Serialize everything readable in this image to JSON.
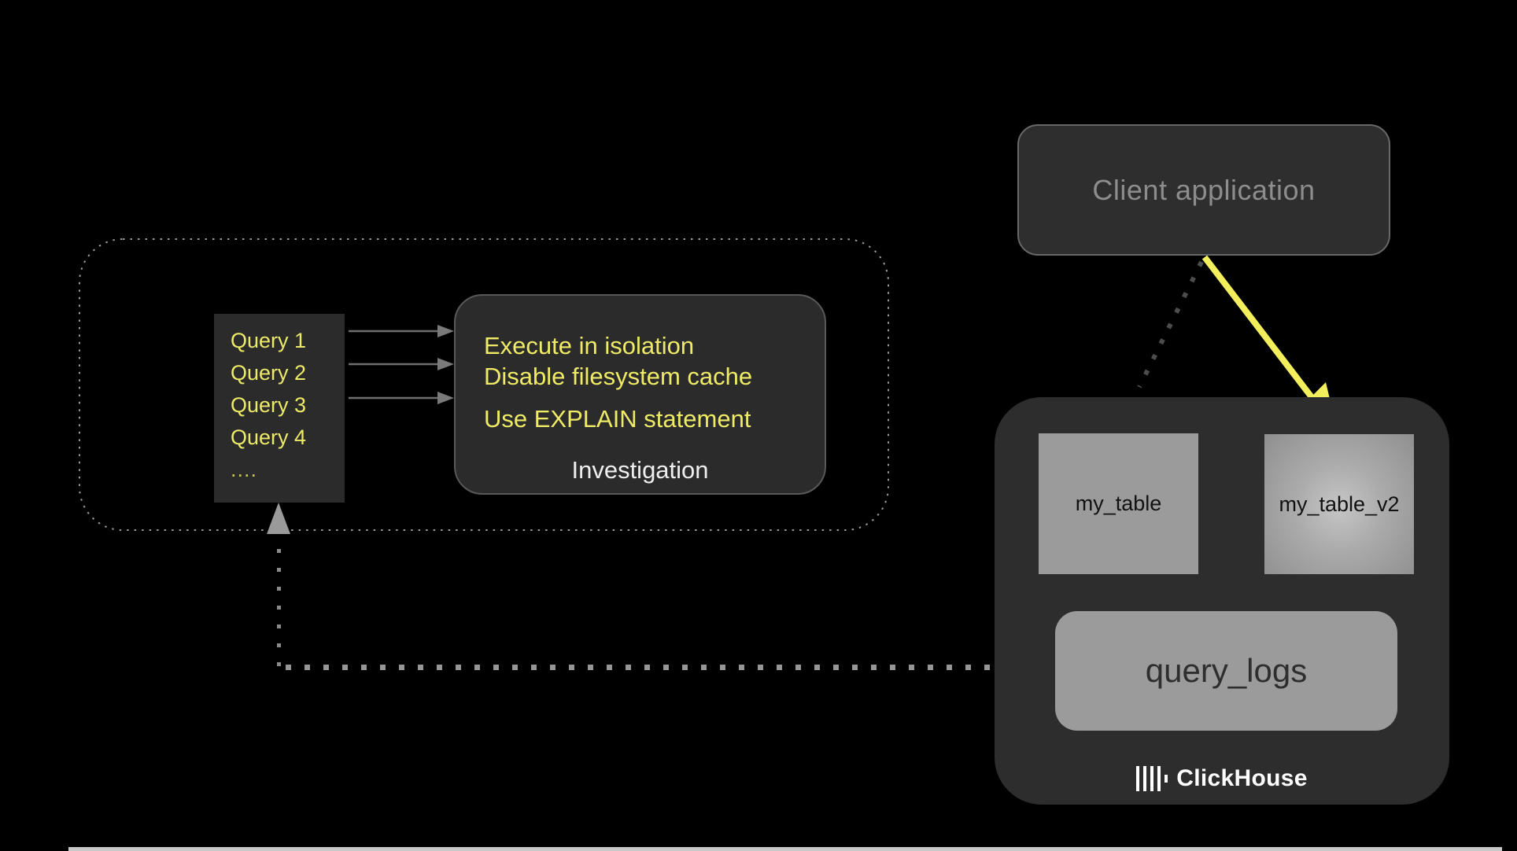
{
  "client": {
    "label": "Client application"
  },
  "pipeline": {
    "queries": [
      "Query 1",
      "Query 2",
      "Query 3",
      "Query 4",
      "...."
    ],
    "tips": [
      "Execute in isolation",
      "Disable filesystem cache",
      "Use EXPLAIN statement"
    ],
    "panel_label": "Investigation"
  },
  "clickhouse": {
    "table1": "my_table",
    "table2": "my_table_v2",
    "logs": "query_logs",
    "brand": "ClickHouse"
  },
  "colors": {
    "background": "#000000",
    "dark_box": "#2b2b2b",
    "container": "#2d2d2d",
    "light_box": "#9b9b9b",
    "accent_yellow_text": "#efeb67",
    "accent_yellow_arrow": "#f2ee5c",
    "gray_text": "#8d8d8d",
    "white_text": "#efefef",
    "dotted_border": "#9a9a9a"
  }
}
